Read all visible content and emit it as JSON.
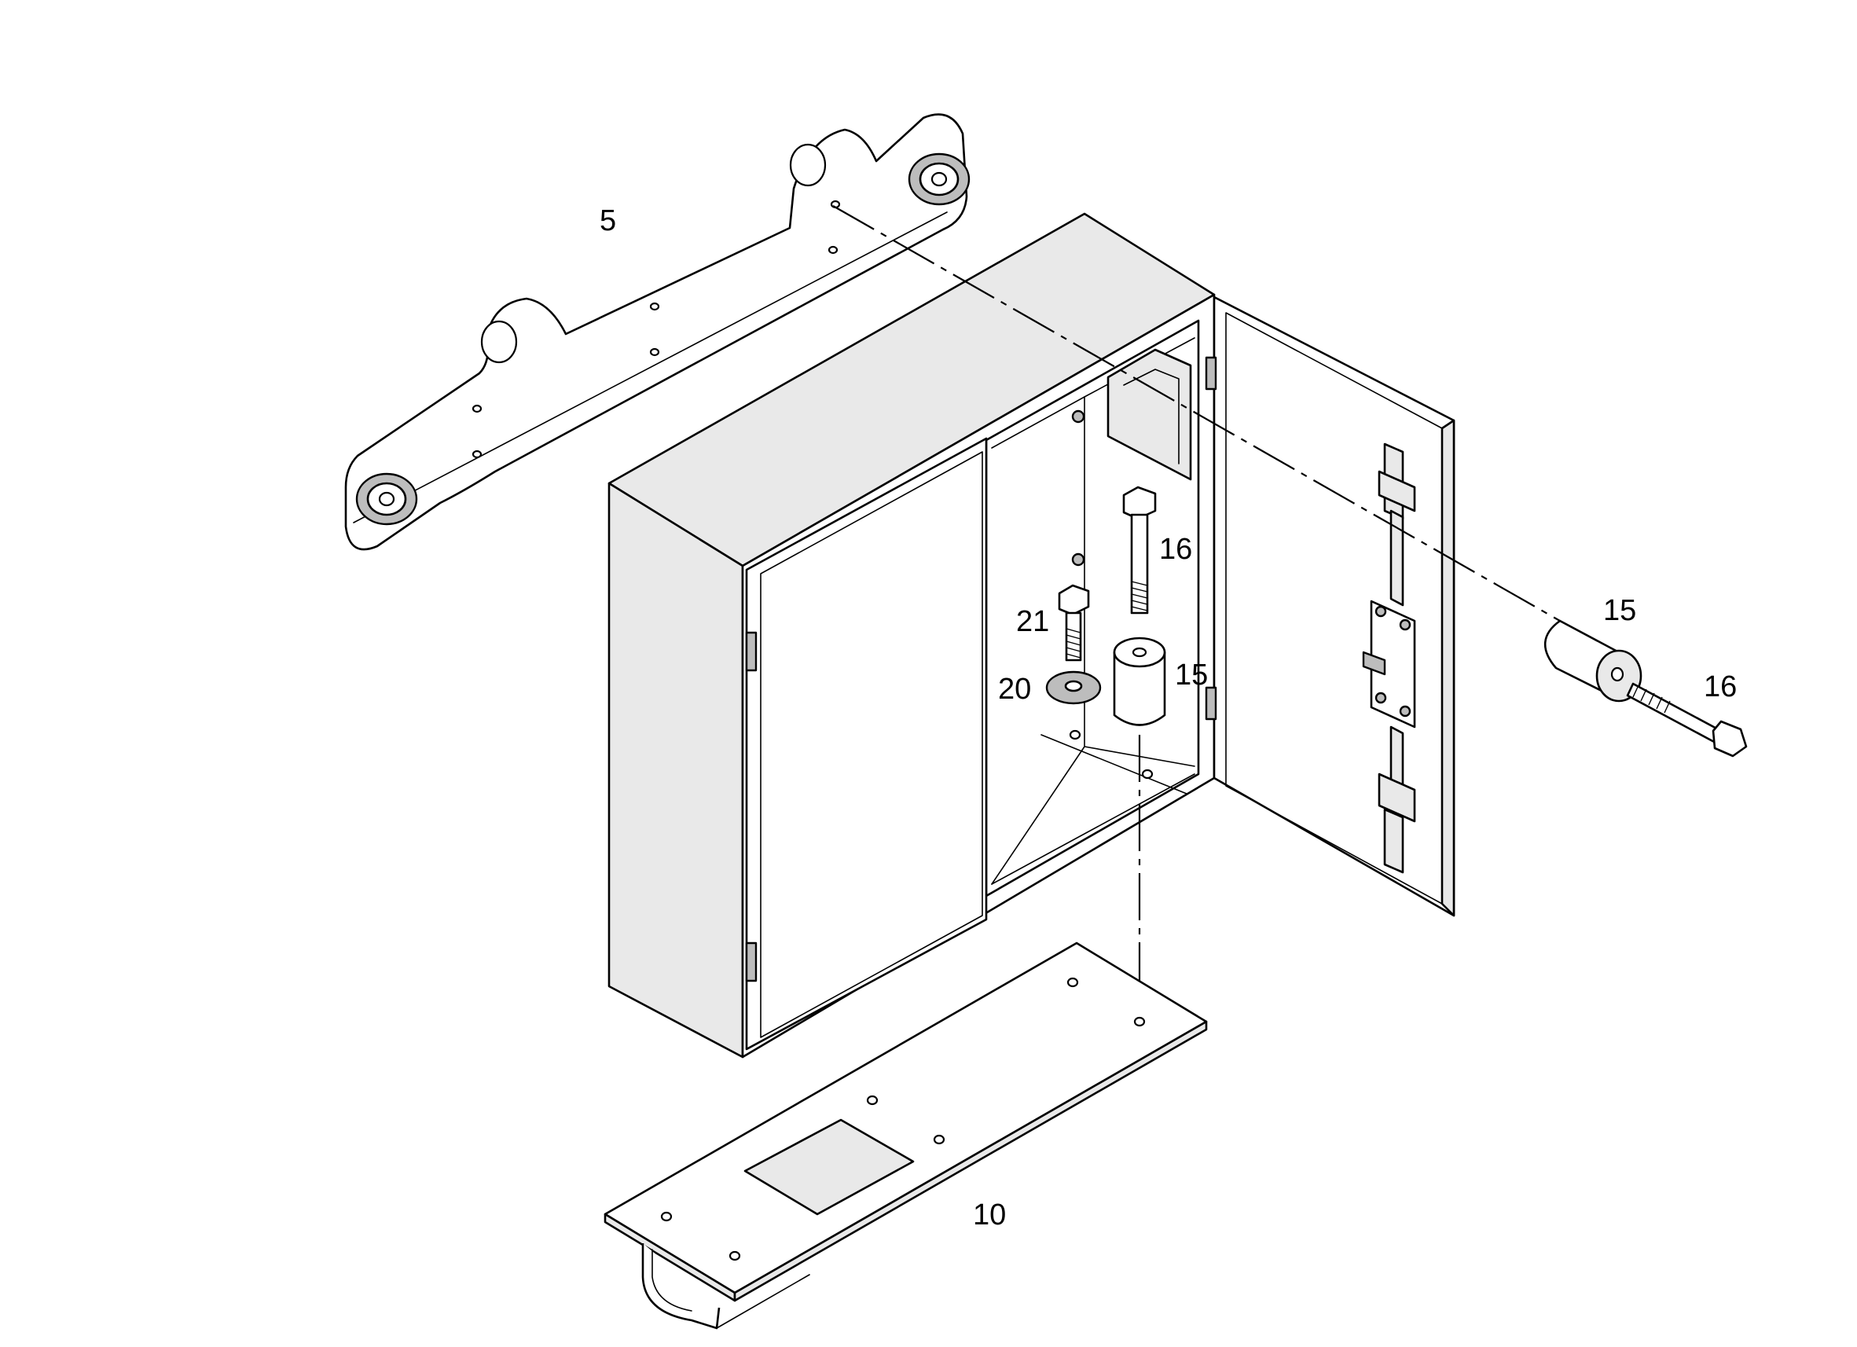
{
  "diagram": {
    "callouts": {
      "mounting_bracket": "5",
      "base_plate": "10",
      "spacer_side": "15",
      "spacer_inside": "15",
      "bolt_side": "16",
      "bolt_inside": "16",
      "washer": "20",
      "bolt_small": "21"
    }
  }
}
